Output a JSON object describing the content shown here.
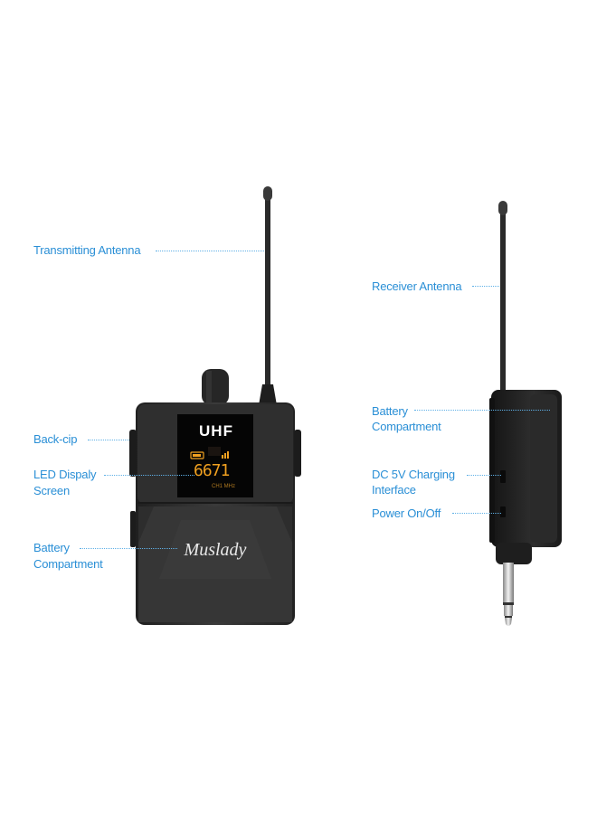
{
  "transmitter": {
    "labels": {
      "antenna": "Transmitting Antenna",
      "back_clip": "Back-cip",
      "led_line1": "LED Dispaly",
      "led_line2": "Screen",
      "battery_line1": "Battery",
      "battery_line2": "Compartment"
    },
    "screen": {
      "badge": "UHF",
      "frequency": "6671",
      "channel": "CH1 MHz"
    },
    "brand": "Muslady"
  },
  "receiver": {
    "labels": {
      "antenna": "Receiver Antenna",
      "battery_line1": "Battery",
      "battery_line2": "Compartment",
      "charging_line1": "DC 5V Charging",
      "charging_line2": "Interface",
      "power": "Power On/Off"
    }
  },
  "colors": {
    "label_blue": "#2a8fd6",
    "body_dark": "#2b2b2b",
    "display_orange": "#f0a020"
  }
}
